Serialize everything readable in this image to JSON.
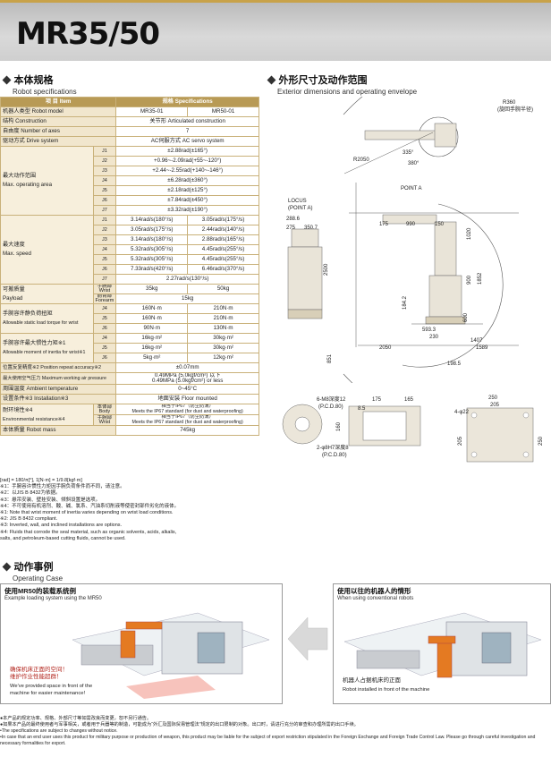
{
  "header": {
    "model": "MR35/50"
  },
  "spec_section": {
    "title_cn": "本体规格",
    "title_en": "Robot specifications"
  },
  "dims_section": {
    "title_cn": "外形尺寸及动作范围",
    "title_en": "Exterior dimensions and operating envelope"
  },
  "op_section": {
    "title_cn": "动作事例",
    "title_en": "Operating Case"
  },
  "spec_table": {
    "header_item": "项 目 Item",
    "header_spec": "规格 Specifications",
    "model_label": "机器人类型 Robot model",
    "model_35": "MR35-01",
    "model_50": "MR50-01",
    "structure_label": "结构 Construction",
    "structure_value": "关节形 Articulated construction",
    "axes_label": "自由度 Number of axes",
    "axes_value": "7",
    "drive_label": "驱动方式 Drive system",
    "drive_value": "AC伺服方式 AC servo system",
    "range_label_cn": "最大动作范围",
    "range_label_en": "Max. operating area",
    "ranges": [
      {
        "axis": "J1",
        "value": "±2.88rad(±165°)"
      },
      {
        "axis": "J2",
        "value": "+0.96~-2.09rad(+55~-120°)"
      },
      {
        "axis": "J3",
        "value": "+2.44~-2.55rad(+140~-146°)"
      },
      {
        "axis": "J4",
        "value": "±6.28rad(±360°)"
      },
      {
        "axis": "J5",
        "value": "±2.18rad(±125°)"
      },
      {
        "axis": "J6",
        "value": "±7.84rad(±450°)"
      },
      {
        "axis": "J7",
        "value": "±3.32rad(±190°)"
      }
    ],
    "speed_label_cn": "最大速度",
    "speed_label_en": "Max. speed",
    "speeds": [
      {
        "axis": "J1",
        "v35": "3.14rad/s(180°/s)",
        "v50": "3.05rad/s(175°/s)"
      },
      {
        "axis": "J2",
        "v35": "3.05rad/s(175°/s)",
        "v50": "2.44rad/s(140°/s)"
      },
      {
        "axis": "J3",
        "v35": "3.14rad/s(180°/s)",
        "v50": "2.88rad/s(165°/s)"
      },
      {
        "axis": "J4",
        "v35": "5.32rad/s(305°/s)",
        "v50": "4.45rad/s(255°/s)"
      },
      {
        "axis": "J5",
        "v35": "5.32rad/s(305°/s)",
        "v50": "4.45rad/s(255°/s)"
      },
      {
        "axis": "J6",
        "v35": "7.33rad/s(420°/s)",
        "v50": "6.46rad/s(370°/s)"
      },
      {
        "axis": "J7",
        "v35": "2.27rad/s(130°/s)",
        "v50": ""
      }
    ],
    "payload_label_cn": "可搬质量",
    "payload_label_en": "Payload",
    "wrist_cn": "手腕部",
    "wrist_en": "Wrist",
    "forearm_cn": "前臂部",
    "forearm_en": "Forearm",
    "payload_wrist_35": "35kg",
    "payload_wrist_50": "50kg",
    "payload_forearm": "15kg",
    "torque_label_cn": "手腕容许静负荷扭矩",
    "torque_label_en": "Allowable static load torque for wrist",
    "torques": [
      {
        "axis": "J4",
        "v35": "160N·m",
        "v50": "210N·m"
      },
      {
        "axis": "J5",
        "v35": "160N·m",
        "v50": "210N·m"
      },
      {
        "axis": "J6",
        "v35": "90N·m",
        "v50": "130N·m"
      }
    ],
    "inertia_label_cn": "手腕容许最大惯性力矩※1",
    "inertia_label_en": "Allowable moment of inertia for wrist※1",
    "inertias": [
      {
        "axis": "J4",
        "v35": "16kg·m²",
        "v50": "30kg·m²"
      },
      {
        "axis": "J5",
        "v35": "16kg·m²",
        "v50": "30kg·m²"
      },
      {
        "axis": "J6",
        "v35": "5kg·m²",
        "v50": "12kg·m²"
      }
    ],
    "repeat_label": "位置反复精度※2 Position repeat accuracy※2",
    "repeat_value": "±0.07mm",
    "air_label": "最大使用空气压力 Maximum working air pressure",
    "air_value_1": "0.49MPa (5.0kgf/cm²) 以下",
    "air_value_2": "0.49MPa (5.0kgf/cm²) or less",
    "temp_label": "周围温度 Ambient temperature",
    "temp_value": "0~45°C",
    "install_label": "设置条件※3 Installation※3",
    "install_value": "地面安装 Floor mounted",
    "env_label_cn": "耐环境性※4",
    "env_label_en": "Environmental resistance※4",
    "body_cn": "本体部",
    "body_en": "Body",
    "env_body_cn": "相当于IP67（防尘防滴）",
    "env_body_en": "Meets the IP67 standard (for dust and waterproofing)",
    "env_wrist_cn": "相当于IP67（防尘防滴）",
    "env_wrist_en": "Meets the IP67 standard (for dust and waterproofing)",
    "mass_label": "本体质量 Robot mass",
    "mass_value": "745kg"
  },
  "notes": {
    "unit": "[rad] = 180/π[°], 1[N·m] = 1/9.8[kgf·m]",
    "cn": [
      "※1：手腕容许惯性力矩因手腕负荷条件而不同，请注意。",
      "※2：以JIS B 8432为依据。",
      "※3：悬吊安装、壁挂安装、倾斜设置是选项。",
      "※4：不可使用有机溶剂、酸、碱、氯系、汽油系切削液等使密封部件劣化的液体。"
    ],
    "en": [
      "※1: Note that wrist moment of inertia varies depending on wrist load conditions.",
      "※2: JIS B 8432 compliant.",
      "※3: Inverted, wall, and inclined installations are options.",
      "※4: Fluids that corrode the seal material, such as organic solvents, acids, alkalis,",
      "     salts, and petroleum-based cutting fluids, cannot be used."
    ]
  },
  "dims": {
    "r360": "R360",
    "r360_note": "(旋回手腕半径)",
    "r2050": "R2050",
    "a335": "335°",
    "a380": "380°",
    "locus": "LOCUS",
    "point_a_paren": "(POINT A)",
    "point_a": "POINT A",
    "d288": "288.6",
    "d275": "275",
    "d350": "350.7",
    "d175": "175",
    "d990": "990",
    "d150": "150",
    "d2500": "2500",
    "d1020": "1020",
    "d900": "900",
    "d1852": "1852",
    "d184": "184.2",
    "d600": "600",
    "d593": "593.3",
    "d230": "230",
    "d2050": "2050",
    "d1407": "1407",
    "d1589": "1589",
    "d851": "851",
    "d198": "198.5",
    "holes": "6-M8深度12",
    "pcd80": "(P.C.D.80)",
    "d175b": "175",
    "d165": "165",
    "d8_5": "8.5",
    "d160": "160",
    "pin": "2-φ8H7深度8",
    "pcd80b": "(P.C.D.80)",
    "d250": "250",
    "d205": "205",
    "d22": "4-φ22",
    "d205b": "205",
    "d250b": "250"
  },
  "cases": {
    "left_title": "使用MR50的装载系统例",
    "left_sub": "Example loading system using the MR50",
    "left_cap_cn_1": "确保机床正面的空间！",
    "left_cap_cn_2": "维护作业性能超群！",
    "left_cap_en_1": "We've provided space in front of the",
    "left_cap_en_2": "machine for easier maintenance!",
    "right_title": "使用以往的机器人的情形",
    "right_sub": "When using conventional robots",
    "right_cap_cn": "机器人占据机床的正面",
    "right_cap_en": "Robot installed in front of the machine"
  },
  "footer": {
    "l1": "●本产品的规定功率、规格、外部尺寸等如需改良而变更，恕不另行通告。",
    "l2": "●如果本产品的最终使用者与军事相关，或者用于兵器等的制造，可能成为“外汇及国际贸易管理法”规定的出口限制的对象。出口时，请进行充分的审查和办理所需的出口手续。",
    "l3": "•The specifications are subject to changes without notice.",
    "l4": "•In case that an end user uses this product for military purpose or production of weapon, this product may be liable for the subject of export restriction stipulated in the Foreign Exchange and Foreign Trade Control Law. Please go through careful investigation and",
    "l5": "  necessary formalities for export."
  }
}
